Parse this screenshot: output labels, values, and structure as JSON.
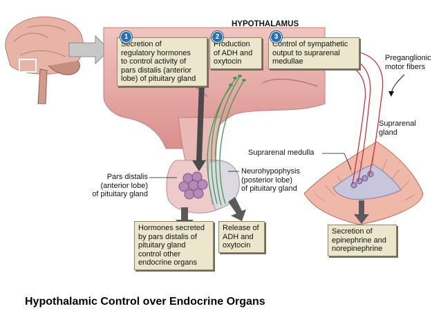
{
  "header": {
    "region_title": "HYPOTHALAMUS"
  },
  "steps": [
    {
      "number": "1",
      "lines": [
        "Secretion of",
        "regulatory hormones",
        "to control activity of",
        "pars distalis (anterior",
        "lobe) of pituitary gland"
      ]
    },
    {
      "number": "2",
      "lines": [
        "Production",
        "of ADH and",
        "oxytocin"
      ]
    },
    {
      "number": "3",
      "lines": [
        "Control of sympathetic",
        "output to suprarenal",
        "medullae"
      ]
    }
  ],
  "outputs": {
    "hormones": [
      "Hormones secreted",
      "by pars distalis of",
      "pituitary gland",
      "control other",
      "endocrine organs"
    ],
    "release": [
      "Release of",
      "ADH and",
      "oxytocin"
    ],
    "secretion": [
      "Secretion of",
      "epinephrine and",
      "norepinephrine"
    ]
  },
  "labels": {
    "pars_distalis": [
      "Pars distalis",
      "(anterior lobe)",
      "of pituitary gland"
    ],
    "neurohypophysis": [
      "Neurohypophysis",
      "(posterior lobe)",
      "of pituitary gland"
    ],
    "suprarenal_medulla": "Suprarenal medulla",
    "suprarenal_gland": [
      "Suprarenal",
      "gland"
    ],
    "preganglionic": [
      "Preganglionic",
      "motor fibers"
    ]
  },
  "caption": "Hypothalamic Control over Endocrine Organs",
  "colors": {
    "hypothalamus": "#e9a6a2",
    "pituitary": "#ecc4c4",
    "axons": "#3d9a52",
    "nerve": "#d0202a",
    "callout_bg": "#ece6cc",
    "badge": "#2a6fb0",
    "arrow": "#5a5a5a"
  }
}
